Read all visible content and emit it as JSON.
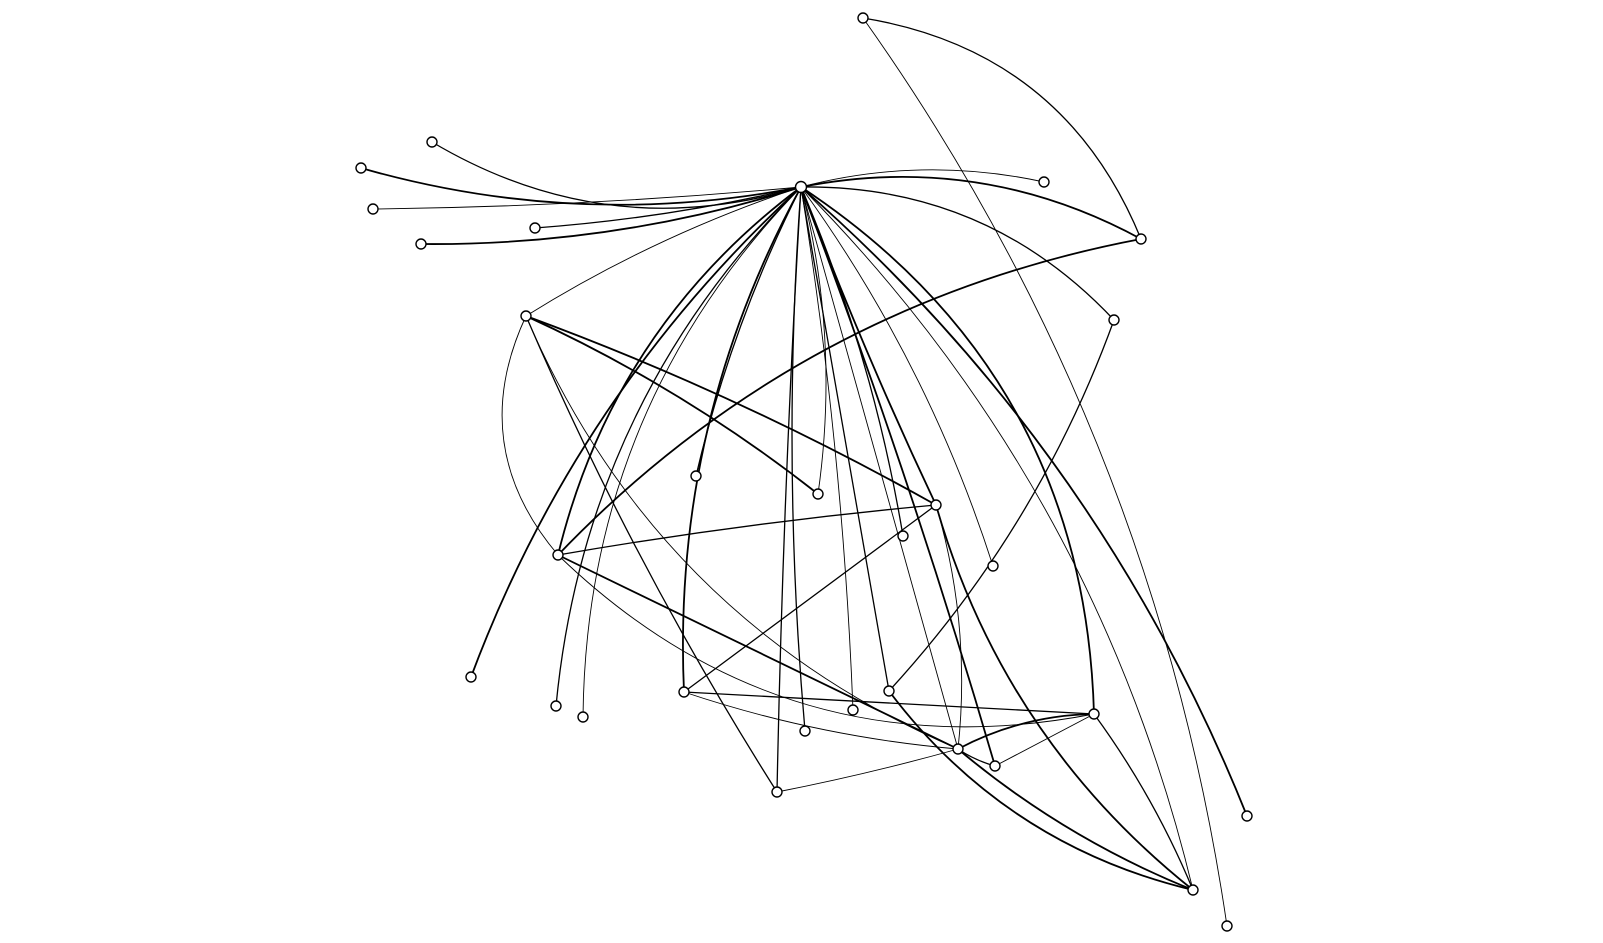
{
  "graph": {
    "type": "network",
    "directed": false,
    "colors": {
      "background": "#ffffff",
      "edge": "#000000",
      "node_fill": "#ffffff",
      "node_stroke": "#000000"
    },
    "hub": "hub",
    "nodes": [
      "hub",
      "n_top",
      "n_upper_right_a",
      "n_upper_right_b",
      "n_right_mid",
      "n_far_left_1",
      "n_far_left_2",
      "n_far_left_3",
      "n_far_left_4",
      "n_left_inner",
      "n_left_outer",
      "n_left_mid",
      "n_center_a",
      "n_center_b",
      "n_center_hub",
      "n_center_c",
      "n_center_d",
      "n_bottom_left_1",
      "n_bottom_left_2",
      "n_bottom_left_3",
      "n_lower_center",
      "n_lower_mid_a",
      "n_lower_mid_b",
      "n_lower_right_hub",
      "n_lower_right_a",
      "n_bottom_center_a",
      "n_bottom_center_b",
      "n_bottom_right_a",
      "n_bottom_right_b",
      "n_bottom_right_c",
      "n_bottom_right_d"
    ],
    "edges": [
      [
        "hub",
        "n_far_left_1"
      ],
      [
        "hub",
        "n_far_left_2"
      ],
      [
        "hub",
        "n_far_left_3"
      ],
      [
        "hub",
        "n_far_left_4"
      ],
      [
        "hub",
        "n_left_inner"
      ],
      [
        "hub",
        "n_upper_right_a"
      ],
      [
        "hub",
        "n_upper_right_b"
      ],
      [
        "hub",
        "n_right_mid"
      ],
      [
        "hub",
        "n_left_outer"
      ],
      [
        "hub",
        "n_left_mid"
      ],
      [
        "hub",
        "n_center_a"
      ],
      [
        "hub",
        "n_center_b"
      ],
      [
        "hub",
        "n_center_hub"
      ],
      [
        "hub",
        "n_center_c"
      ],
      [
        "hub",
        "n_center_d"
      ],
      [
        "hub",
        "n_bottom_left_1"
      ],
      [
        "hub",
        "n_bottom_left_2"
      ],
      [
        "hub",
        "n_bottom_left_3"
      ],
      [
        "hub",
        "n_lower_center"
      ],
      [
        "hub",
        "n_lower_mid_a"
      ],
      [
        "hub",
        "n_lower_mid_b"
      ],
      [
        "hub",
        "n_lower_right_hub"
      ],
      [
        "hub",
        "n_bottom_center_a"
      ],
      [
        "hub",
        "n_bottom_center_b"
      ],
      [
        "hub",
        "n_bottom_right_a"
      ],
      [
        "hub",
        "n_bottom_right_b"
      ],
      [
        "hub",
        "n_bottom_right_c"
      ],
      [
        "hub",
        "n_bottom_right_d"
      ],
      [
        "n_top",
        "n_upper_right_b"
      ],
      [
        "n_top",
        "n_lower_right_a"
      ],
      [
        "n_upper_right_b",
        "n_left_mid"
      ],
      [
        "n_right_mid",
        "n_lower_mid_a"
      ],
      [
        "n_left_outer",
        "n_left_mid"
      ],
      [
        "n_left_outer",
        "n_center_hub"
      ],
      [
        "n_left_outer",
        "n_bottom_right_b"
      ],
      [
        "n_left_outer",
        "n_bottom_center_b"
      ],
      [
        "n_left_outer",
        "n_center_b"
      ],
      [
        "n_left_mid",
        "n_center_hub"
      ],
      [
        "n_left_mid",
        "n_lower_right_hub"
      ],
      [
        "n_left_mid",
        "n_bottom_center_b"
      ],
      [
        "n_center_hub",
        "n_lower_center"
      ],
      [
        "n_center_hub",
        "n_bottom_center_b"
      ],
      [
        "n_center_hub",
        "n_bottom_right_c"
      ],
      [
        "n_lower_center",
        "n_lower_right_hub"
      ],
      [
        "n_lower_center",
        "n_bottom_center_b"
      ],
      [
        "n_bottom_center_b",
        "n_lower_right_hub"
      ],
      [
        "n_bottom_center_b",
        "n_bottom_right_a"
      ],
      [
        "n_bottom_center_b",
        "n_bottom_right_b"
      ],
      [
        "n_bottom_center_b",
        "n_bottom_right_c"
      ],
      [
        "n_lower_right_hub",
        "n_bottom_right_c"
      ],
      [
        "n_lower_right_hub",
        "n_bottom_right_a"
      ],
      [
        "n_lower_mid_a",
        "n_bottom_right_c"
      ]
    ]
  }
}
